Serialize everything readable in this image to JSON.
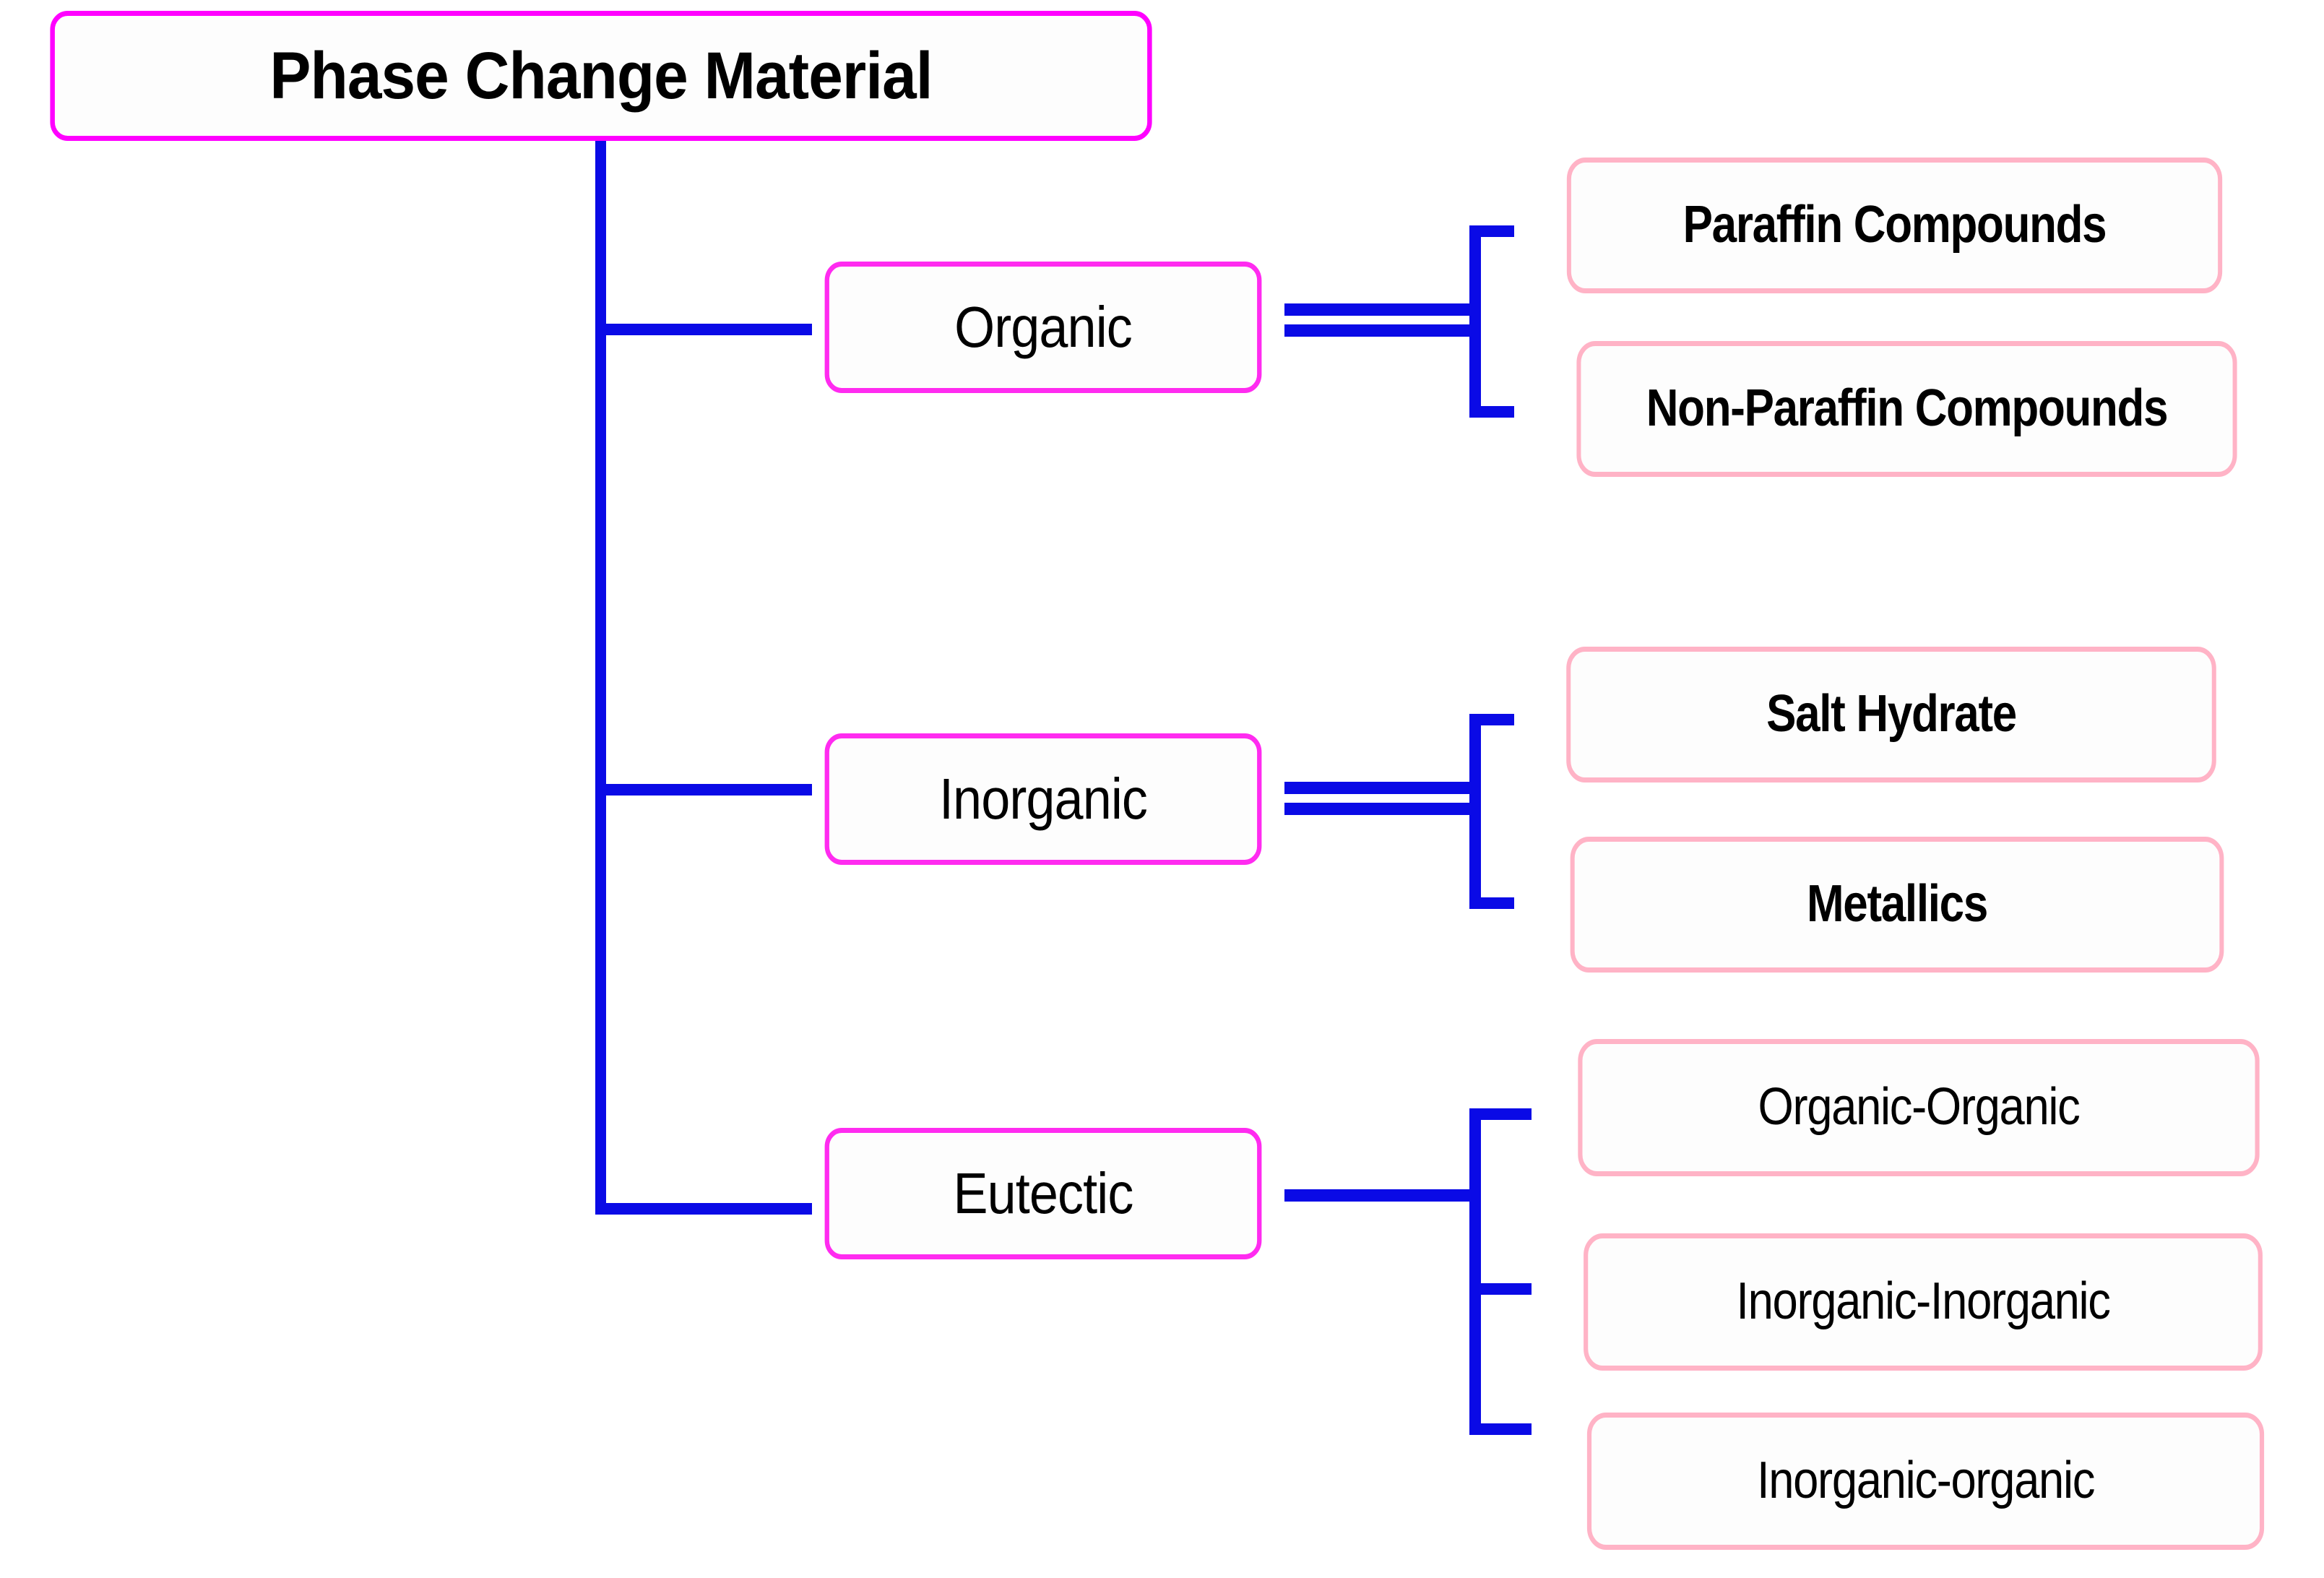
{
  "diagram": {
    "title": "Phase Change Material classification tree",
    "colors": {
      "root_border": "#ff00ff",
      "branch_border": "#ff2bf0",
      "leaf_border": "#ffb3c6",
      "connector": "#0a0ae6",
      "box_fill": "#fdfdfd",
      "text": "#000000"
    },
    "root": {
      "label": "Phase Change Material"
    },
    "branches": [
      {
        "id": "organic",
        "label": "Organic",
        "children": [
          {
            "id": "paraffin-compounds",
            "label": "Paraffin Compounds"
          },
          {
            "id": "non-paraffin-compounds",
            "label": "Non-Paraffin Compounds"
          }
        ]
      },
      {
        "id": "inorganic",
        "label": "Inorganic",
        "children": [
          {
            "id": "salt-hydrate",
            "label": "Salt Hydrate"
          },
          {
            "id": "metallics",
            "label": "Metallics"
          }
        ]
      },
      {
        "id": "eutectic",
        "label": "Eutectic",
        "children": [
          {
            "id": "organic-organic",
            "label": "Organic-Organic"
          },
          {
            "id": "inorganic-inorganic",
            "label": "Inorganic-Inorganic"
          },
          {
            "id": "inorganic-organic",
            "label": "Inorganic-organic"
          }
        ]
      }
    ]
  }
}
